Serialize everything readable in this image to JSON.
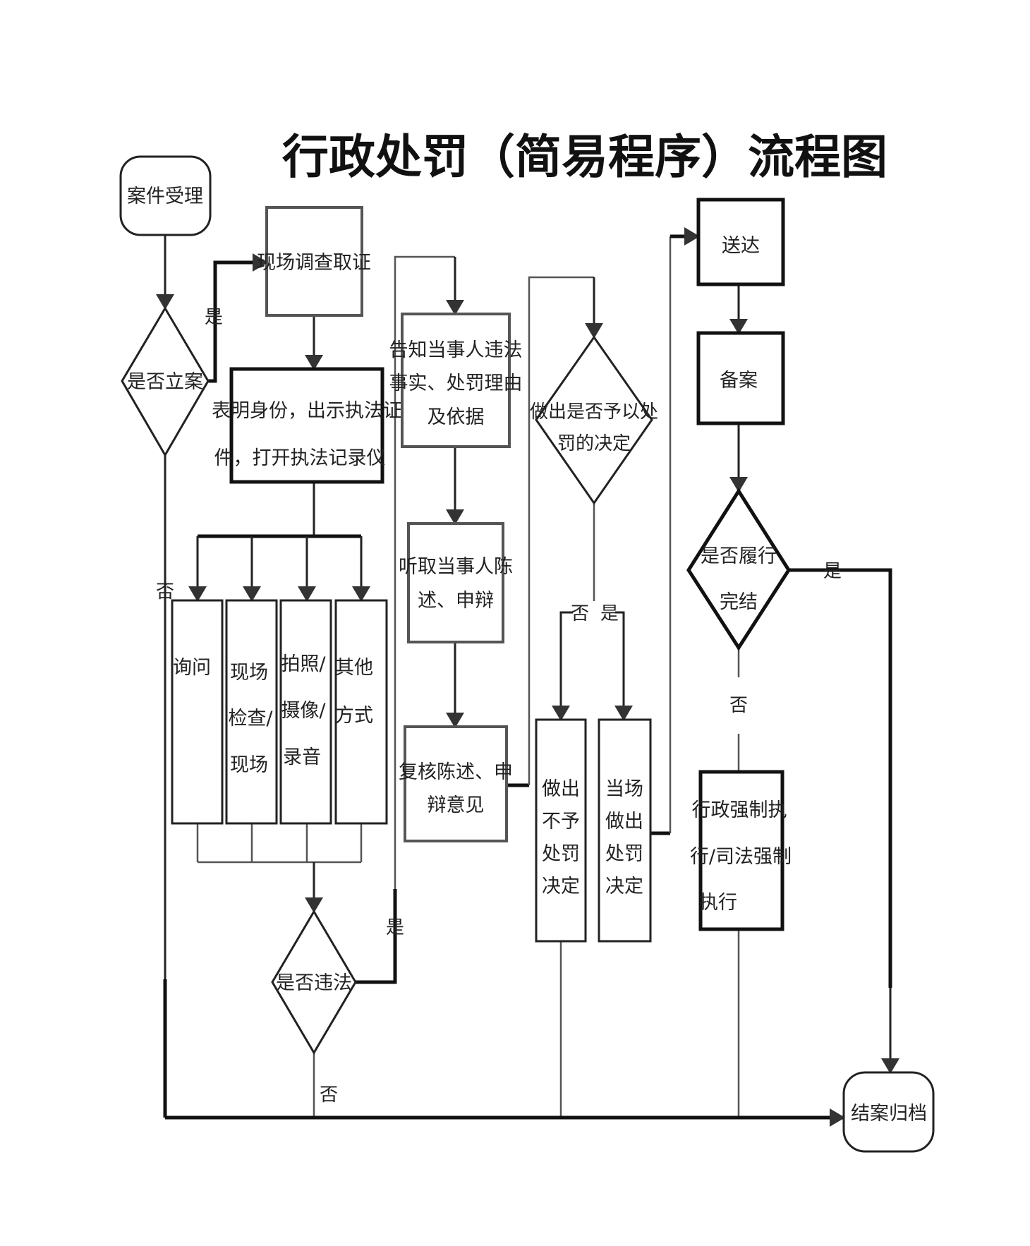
{
  "title": "行政处罚（简易程序）流程图",
  "nodes": {
    "accept": "案件受理",
    "file_case": "是否立案",
    "investigate": "现场调查取证",
    "identify": [
      "表明身份，出示执法证",
      "件，打开执法记录仪"
    ],
    "inquiry": "询问",
    "inspect": [
      "现场",
      "检查/",
      "现场"
    ],
    "record": [
      "拍照/",
      "摄像/",
      "录音"
    ],
    "other": [
      "其他",
      "方式"
    ],
    "illegal": "是否违法",
    "notify": [
      "告知当事人违法",
      "事实、处罚理由",
      "及依据"
    ],
    "hear": [
      "听取当事人陈",
      "述、申辩"
    ],
    "review": [
      "复核陈述、申",
      "辩意见"
    ],
    "decide": [
      "做出是否予以处",
      "罚的决定"
    ],
    "no_penalty": [
      "做出",
      "不予",
      "处罚",
      "决定"
    ],
    "penalty": [
      "当场",
      "做出",
      "处罚",
      "决定"
    ],
    "deliver": "送达",
    "archive_record": "备案",
    "fulfilled": [
      "是否履行",
      "完结"
    ],
    "enforce": [
      "行政强制执",
      "行/司法强制",
      "执行"
    ],
    "close": "结案归档"
  },
  "labels": {
    "yes": "是",
    "no": "否"
  }
}
